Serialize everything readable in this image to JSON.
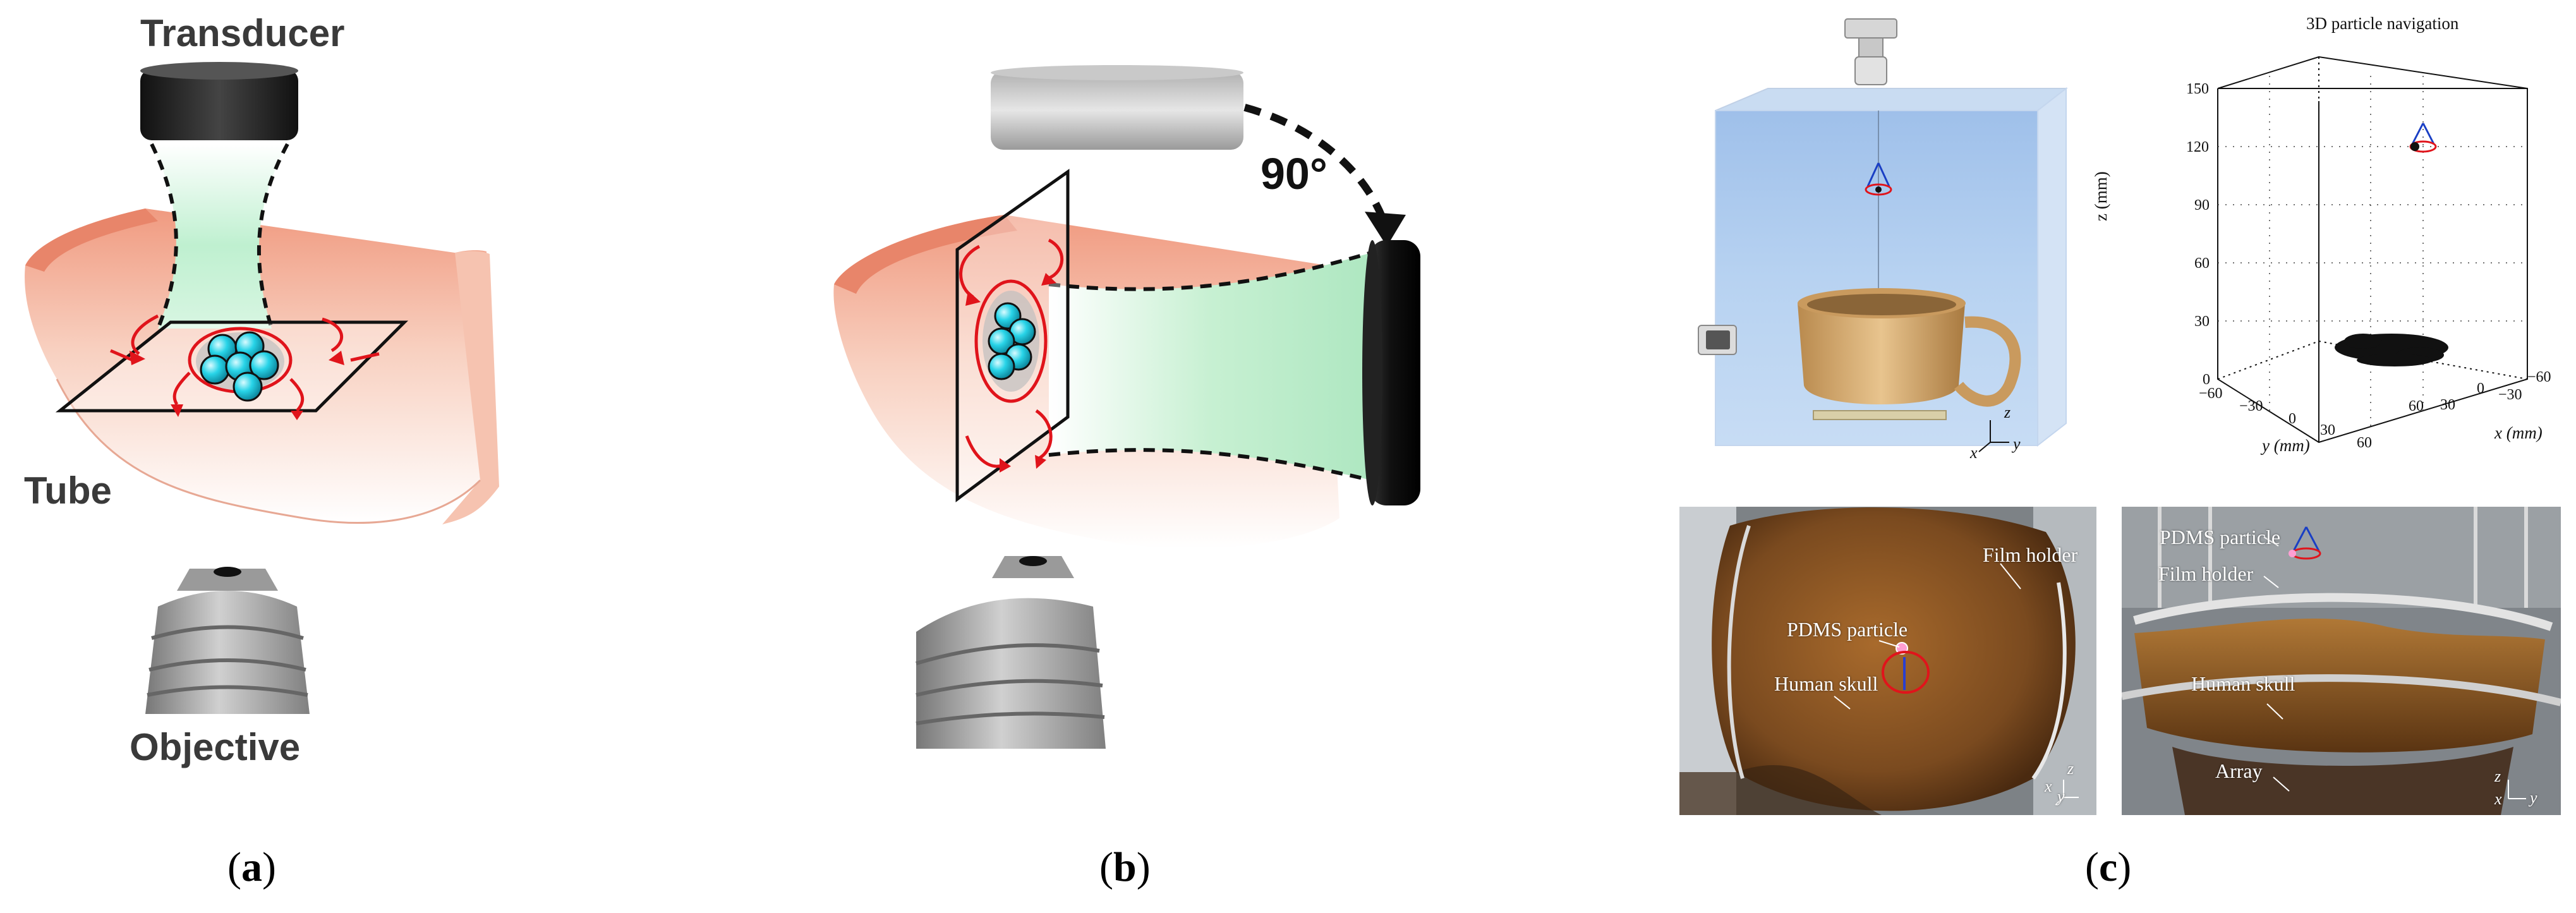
{
  "panel_a": {
    "transducer_label": "Transducer",
    "tube_label": "Tube",
    "objective_label": "Objective",
    "caption_letter": "a"
  },
  "panel_b": {
    "angle_label": "90°",
    "caption_letter": "b"
  },
  "panel_c": {
    "caption_letter": "c",
    "axis_triad": {
      "x": "x",
      "y": "y",
      "z": "z"
    },
    "plot": {
      "title": "3D particle navigation",
      "z_axis_label": "z (mm)",
      "y_axis_label": "y (mm)",
      "x_axis_label": "x (mm)",
      "z_ticks": [
        "0",
        "30",
        "60",
        "90",
        "120",
        "150"
      ],
      "y_ticks": [
        "−60",
        "−30",
        "0",
        "30",
        "60"
      ],
      "x_ticks": [
        "60",
        "30",
        "0",
        "−30",
        "−60"
      ]
    },
    "photo_left": {
      "labels": {
        "particle": "PDMS particle",
        "holder": "Film holder",
        "skull": "Human skull"
      },
      "axes": {
        "x": "x",
        "y": "y",
        "z": "z"
      }
    },
    "photo_right": {
      "labels": {
        "particle": "PDMS particle",
        "holder": "Film holder",
        "skull": "Human skull",
        "array": "Array"
      },
      "axes": {
        "x": "x",
        "y": "y",
        "z": "z"
      }
    }
  },
  "colors": {
    "tube": "#f4b9a3",
    "beam": "#c9f2d6",
    "particle": "#25d6e6",
    "arrow": "#e0141b",
    "transducer": "#1a1a1a",
    "tank": "#a9c9ef"
  }
}
